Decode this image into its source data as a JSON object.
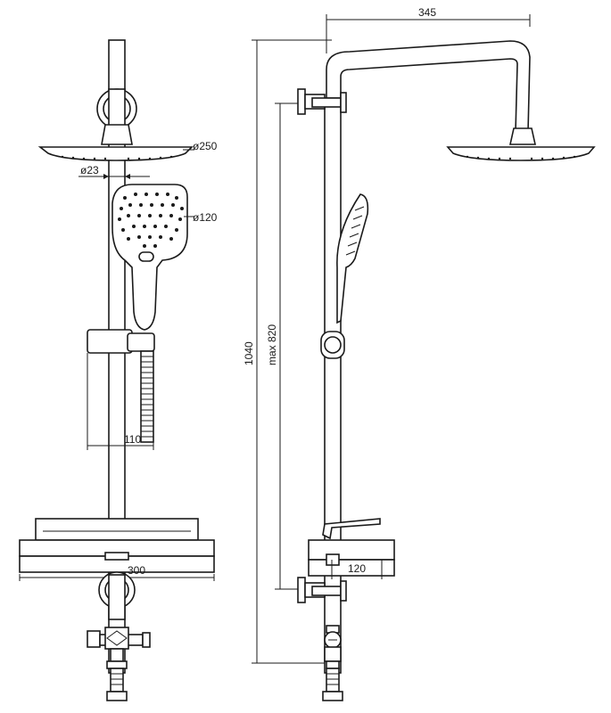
{
  "dimensions": {
    "head_diameter": "ø250",
    "pipe_diameter": "ø23",
    "hand_diameter": "ø120",
    "hose_offset": "110",
    "shelf_width": "300",
    "arm_length": "345",
    "total_height": "1040",
    "slider_height": "max 820",
    "spout_length": "120"
  },
  "colors": {
    "line": "#1a1a1a",
    "background": "#ffffff"
  }
}
